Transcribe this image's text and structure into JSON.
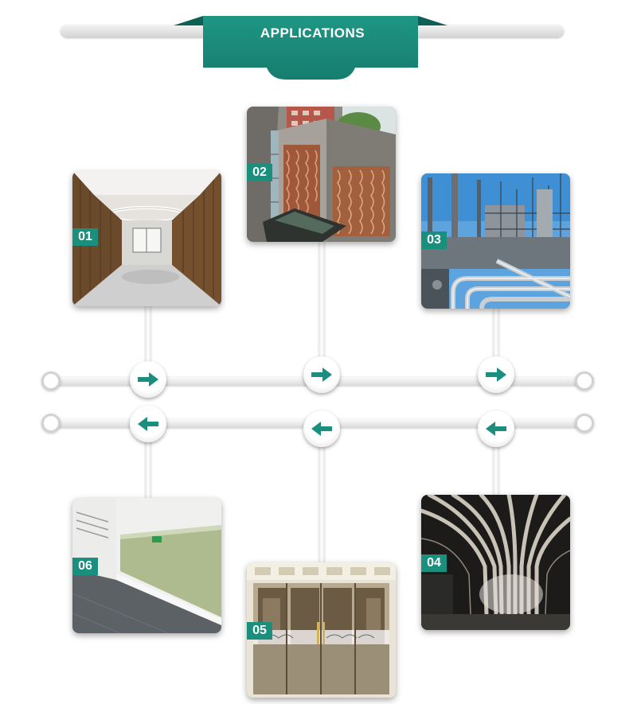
{
  "header": {
    "title": "APPLICATIONS"
  },
  "colors": {
    "accent": "#1a8f7e",
    "accent_dark": "#0f6e61",
    "rail": "#e2e2e2"
  },
  "items": [
    {
      "number": "01",
      "photo": "interior-corridor-photo"
    },
    {
      "number": "02",
      "photo": "building-facade-photo"
    },
    {
      "number": "03",
      "photo": "industrial-plant-photo"
    },
    {
      "number": "04",
      "photo": "metal-ceiling-photo"
    },
    {
      "number": "05",
      "photo": "glass-door-photo"
    },
    {
      "number": "06",
      "photo": "hallway-wall-photo"
    }
  ],
  "timeline": {
    "top_direction": "right-arrow-icon",
    "bottom_direction": "left-arrow-icon"
  }
}
